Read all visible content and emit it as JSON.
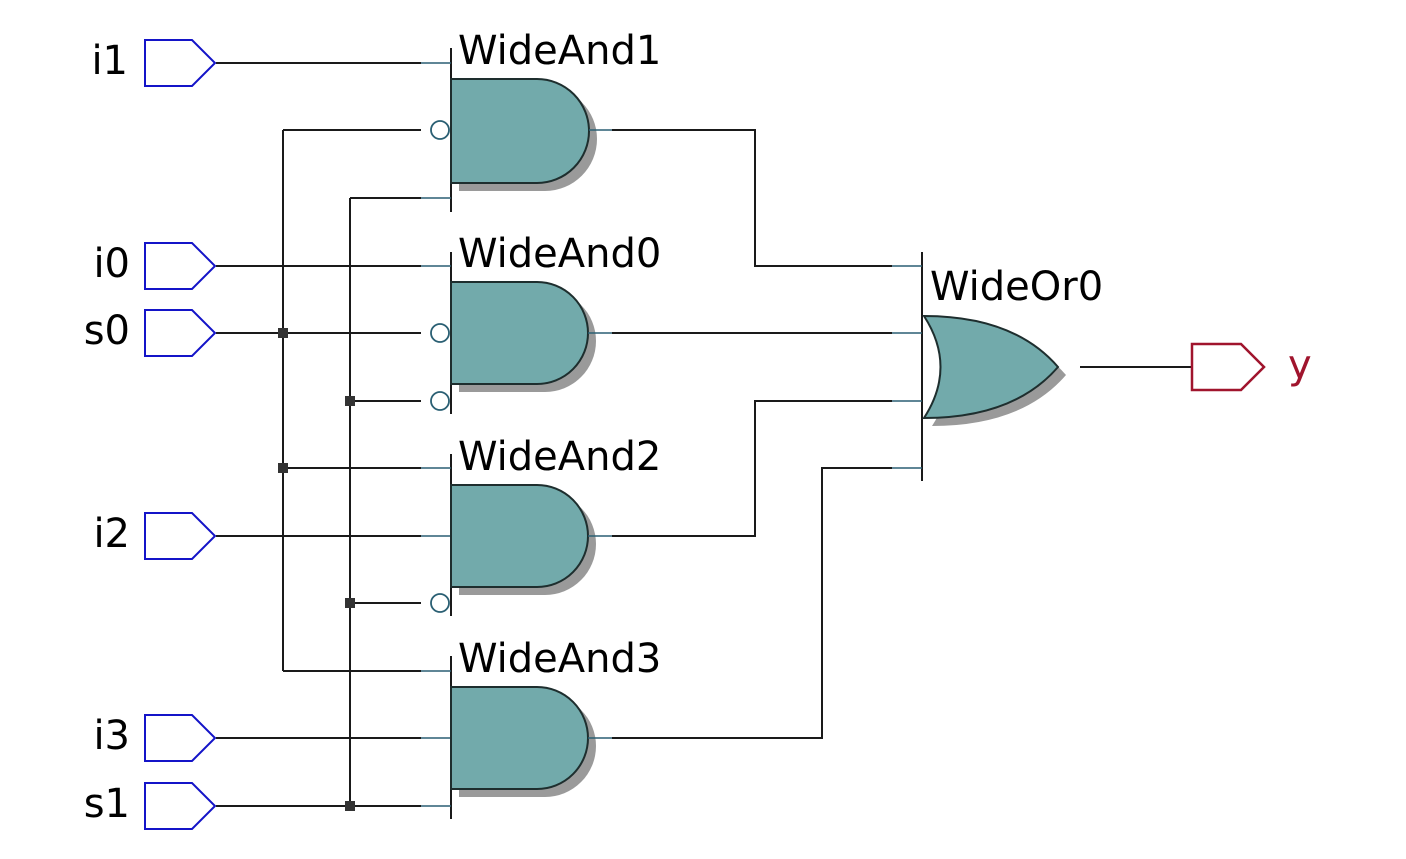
{
  "inputs": [
    {
      "id": "i1",
      "label": "i1"
    },
    {
      "id": "i0",
      "label": "i0"
    },
    {
      "id": "s0",
      "label": "s0"
    },
    {
      "id": "i2",
      "label": "i2"
    },
    {
      "id": "i3",
      "label": "i3"
    },
    {
      "id": "s1",
      "label": "s1"
    }
  ],
  "output": {
    "id": "y",
    "label": "y"
  },
  "gates": {
    "and1": {
      "label": "WideAnd1"
    },
    "and0": {
      "label": "WideAnd0"
    },
    "and2": {
      "label": "WideAnd2"
    },
    "and3": {
      "label": "WideAnd3"
    },
    "or0": {
      "label": "WideOr0"
    }
  },
  "colors": {
    "gate_fill": "#72aaab",
    "input_port": "#1414c8",
    "output_port": "#a0142d",
    "wire": "#1a1a1a"
  }
}
